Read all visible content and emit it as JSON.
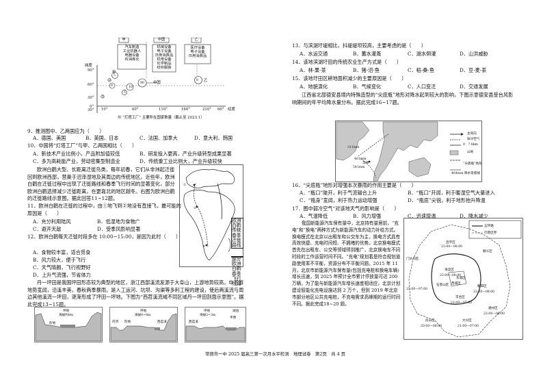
{
  "chart": {
    "boxes": [
      {
        "title": "甲",
        "items": [
          "汽车制造",
          "工业机器人",
          "电器设备",
          "石油炼化"
        ]
      },
      {
        "title": "中国",
        "items": [
          "机械设备",
          "电子设备",
          "日用消费品",
          "机电设备",
          "化学制品",
          "纺织服装"
        ]
      },
      {
        "title": "乙",
        "items": [
          "医疗设备",
          "电子设备",
          "日用消费品"
        ]
      }
    ],
    "ylabel": "纬度",
    "y_ticks": [
      "90°",
      "60°",
      "30°",
      "0°",
      "30°"
    ],
    "x_ticks": [
      "10°",
      "60°",
      "110°",
      "160°",
      "210°",
      "60°"
    ],
    "x_unit": "经度",
    "points": [
      {
        "label": "甲",
        "num": "5",
        "kind": "named"
      },
      {
        "label": "中国",
        "num": "90",
        "kind": "named"
      },
      {
        "label": "乙",
        "num": "8",
        "kind": "named"
      },
      {
        "label": "",
        "num": "8",
        "kind": "plain"
      },
      {
        "label": "",
        "num": "10",
        "kind": "plain"
      },
      {
        "label": "",
        "num": "5",
        "kind": "plain"
      },
      {
        "label": "",
        "num": "2",
        "kind": "plain"
      },
      {
        "label": "",
        "num": "1",
        "kind": "plain"
      }
    ],
    "caption": "⑩ “灯塔工厂” 主要所在国家数量（截止至 2023.1）"
  },
  "left": {
    "q9": {
      "stem": "9．推测图中、乙两国应为（　　）",
      "opts": [
        "A．德国、美国",
        "B．英国、日本",
        "C．法国、加拿大",
        "D．意大利、韩国"
      ]
    },
    "q10": {
      "stem": "10．中国将“灯塔工厂”与甲、乙两国相比（　　）",
      "opts": [
        "A．新技术产业比例小，产品附加值较低",
        "B．研发投入更高，产业升级转型成果显著",
        "C．多为高耗能产业，劳动密集型制造业",
        "D．传统重工业比例大，产业升级较快"
      ]
    },
    "passage1": "欧洲白鹳大型、长距离迁徙鸟类，每年初春，它们从非洲起迁徙回到欧洲西部，营巢于沼泽湿地及其周边的传统地区。近些年，欧洲白鹳在迁徙过程中出现了迁徙路线和春季飞行时间的显著变化，部分欧洲白鹳选择减少迁徙距离，在更靠北的地区越冬。右图为欧洲白鹳的迁徙路线示意图。据此回答11~12题。",
    "q11": {
      "stem": "11．欧洲白鹳在迁徙的过程中，由①地飞到②地没有直接飞，最可能的原因是（　　）",
      "opts": [
        "A．充分利用陆风",
        "B．低湿地为食物广",
        "C．避开天敌",
        "D．受季风影响显著"
      ]
    },
    "q12": {
      "stem": "12．欧洲白鹳每天迁徙时段多在 10:00~15:00，是因为此时（　　）",
      "opts": [
        "A．食物较丰富，适合觅食",
        "B．风力较大，便于飞行",
        "C．天气晴朗，飞行视野好",
        "D．上升气流强，节省体力"
      ]
    },
    "passage2": "丹一坪田是我国坪田形态较为典型的地区，浙江西部溪流发源于大阜山，上游地势较高，中下游地势宽阔，沿溪丰美，春秋两季暴雨，是人工运河、坑坝、沟渠等多利工程的建设，使后两溪流与周边其他溪流一坪田，逐渐形成了坪田一坪地。下图为“西苕溪流域不同区域丹一坪田剖面示意图”。据此完成13~15题。",
    "map_label": "欧洲白鹳传统春季迁徙路线",
    "map_label2": "部分欧洲白鹳春季飞行线路",
    "map_marks": [
      "①",
      "②",
      "③"
    ],
    "sections": [
      {
        "labels": [
          "坪地",
          "海拔约8m",
          "阶地"
        ],
        "peaks": [
          "源头",
          "坪地"
        ]
      },
      {
        "labels": [
          "内河",
          "阶地",
          "坪地",
          "海拔6~8m"
        ],
        "peaks": [
          "西苕溪"
        ]
      },
      {
        "labels": [
          "坪地",
          "海拔2~3m",
          "湖泊"
        ],
        "peaks": [
          "西苕溪",
          "平原"
        ]
      }
    ]
  },
  "right": {
    "q13": {
      "stem": "13．与滨湖圩堤相比，抖堤堤坝较高，主要考虑的是（　　）",
      "opts": [
        "A．水运交通",
        "B．蓄水灌溉",
        "C．湖水倒灌",
        "D．山洪威胁"
      ]
    },
    "q14": {
      "stem": "14．该地滨湖圩田的传统农业生产方式是（　　）",
      "opts": [
        "A．林-果-茶",
        "B．猪-沼-鱼",
        "C．稻-桑-鱼",
        "D．豆-麦-茶"
      ]
    },
    "q15": {
      "stem": "15．该地圩田区耕地面积减少的主要原因是（　　）",
      "opts": [
        "A．地貌演化",
        "B．气候变化",
        "C．人口变迁",
        "D．交通发展"
      ]
    },
    "passage3": "江西省北部德安县境内特殊造型的“尖底瓶”地形对降水起到较大的影响，下图示意德安县受台风影响期间的年平均降水量分布。据此完成16~17题。",
    "legend": [
      "主风向",
      "弱冷空气",
      "0　7.8km",
      "山地",
      "“尖底瓶”地形",
      "464mm 降水等值线"
    ],
    "iso": [
      "311mm",
      "461mm",
      "541mm",
      "丰林"
    ],
    "q16": {
      "stem": "16．“尖底瓶”地形对增强本次暴雨的作用主要是（　　）",
      "opts": [
        "A．“瓶口”陡开，利于气流辐合上升",
        "B．“瓶口”开阔，利于暖湿空气大量进入",
        "C．“瓶身”宽阔，利于热力运动增强",
        "D．“瓶底”尖锐，利于地形抬升降温"
      ]
    },
    "q17": {
      "stem": "17．图中弱冷空气“对该地天气的影响是（　　）",
      "opts": [
        "A．气温降低",
        "B．风力增强",
        "C．迅速增温",
        "D．降水减少"
      ]
    },
    "passage4": "我国新能源汽车保有量中，北京持有量居前，“充电”和“换电”两种方式为新能源汽车的动力补给方式。换电模式在北京以出租车和公交车为主，换电方式具有高效快捷、充电时间短、不拥堵的优势。北京换电模式首先在出租车、公交等领域得到推广，北京换电车不同时段的工作运营时间不同。“充电”规划着是符合规划道路使用率不平衡，资源分布不平衡问题。2015 年 11 月，北京市新能源汽车保有量(包括充电桩和换电车辆)增长迅速，到 2025 年预计全市累计停放量可达 200 万辆，为了能与新能源汽车增长速度相适应，北京计划建设智能化充电设施达到 2 万个，但到 2019 年北京市部分地区公共充电桩，不充电需求高峰期的运行时间不同。据此完成18~20 题。",
    "beijing": {
      "legend": [
        "五环路",
        "行政区界"
      ],
      "districts": [
        {
          "name": "昌平区",
          "time": "23:00—08:00"
        },
        {
          "name": "顺义区",
          "time": ""
        },
        {
          "name": "门头沟区",
          "time": "22:00—07:00"
        },
        {
          "name": "海淀区",
          "time": "23:00—08:00"
        },
        {
          "name": "东城区",
          "time": ""
        },
        {
          "name": "西城区",
          "time": ""
        },
        {
          "name": "朝阳区",
          "time": "22:00—08:00"
        },
        {
          "name": "石景山区",
          "time": ""
        },
        {
          "name": "丰台区",
          "time": "21:00—07:00"
        },
        {
          "name": "通州区",
          "time": "22:00—08:00"
        },
        {
          "name": "房山区",
          "time": "20:00—08:00"
        },
        {
          "name": "大兴区",
          "time": "21:00—07:00"
        }
      ]
    }
  },
  "footer": "常德市一中 2025 届高三第一次月水平检测　地理试卷　第2页　共 4 页"
}
